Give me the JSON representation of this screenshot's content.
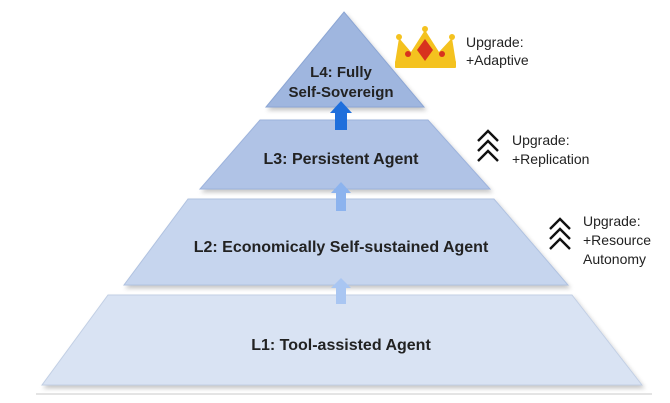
{
  "levels": [
    {
      "id": "l1",
      "lines": [
        "L1: Tool-assisted Agent"
      ],
      "fill": "#d9e3f3",
      "stroke": "#c2cfe4"
    },
    {
      "id": "l2",
      "lines": [
        "L2: Economically Self-sustained Agent"
      ],
      "fill": "#c6d5ee",
      "stroke": "#b0c2e0"
    },
    {
      "id": "l3",
      "lines": [
        "L3: Persistent Agent"
      ],
      "fill": "#b0c3e6",
      "stroke": "#9db3dc"
    },
    {
      "id": "l4",
      "lines": [
        "L4: Fully",
        "Self-Sovereign"
      ],
      "fill": "#9fb6df",
      "stroke": "#8ca6d4"
    }
  ],
  "upgrades": [
    {
      "id": "upgrade-l2",
      "icon": "double-chevron-up-icon",
      "lines": [
        "Upgrade:",
        "+Resource",
        "Autonomy"
      ]
    },
    {
      "id": "upgrade-l3",
      "icon": "double-chevron-up-icon",
      "lines": [
        "Upgrade:",
        "+Replication"
      ]
    },
    {
      "id": "upgrade-l4",
      "icon": "crown-icon",
      "lines": [
        "Upgrade:",
        "+Adaptive"
      ]
    }
  ],
  "arrows": [
    {
      "id": "arrow-l1-l2",
      "color": "#a9c6f2"
    },
    {
      "id": "arrow-l2-l3",
      "color": "#8cb3ee"
    },
    {
      "id": "arrow-l3-l4",
      "color": "#1f6fdc"
    }
  ],
  "colors": {
    "text": "#222222",
    "crown_gold": "#f4c21f",
    "crown_gem_red": "#d8321e",
    "baseline": "#c8c8c8"
  }
}
